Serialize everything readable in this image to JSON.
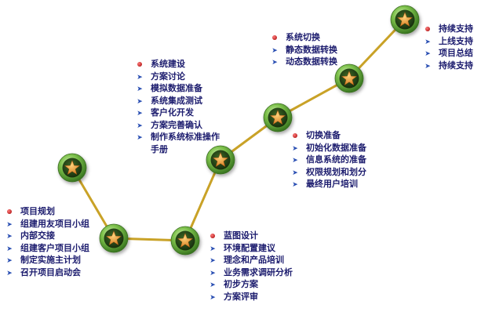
{
  "colors": {
    "path": "#c9a227",
    "node_ring": "#7cc04a",
    "node_dark": "#1e3a12",
    "star": "#e8962a",
    "text": "#1c1c6e",
    "bullet": "#b00000",
    "arrow": "#2a4fb3"
  },
  "icons": {
    "bullet": "red-dot-icon",
    "arrow": "blue-arrow-icon",
    "node": "star-node-icon"
  },
  "groups": [
    {
      "id": "start",
      "items": [
        {
          "marker": "dot",
          "text": "项目规划"
        },
        {
          "marker": "arrow",
          "text": "组建用友项目小组"
        },
        {
          "marker": "arrow",
          "text": "内部交接"
        },
        {
          "marker": "arrow",
          "text": "组建客户项目小组"
        },
        {
          "marker": "arrow",
          "text": "制定实施主计划"
        },
        {
          "marker": "arrow",
          "text": "召开项目启动会"
        }
      ]
    },
    {
      "id": "blueprint",
      "items": [
        {
          "marker": "dot",
          "text": "蓝图设计"
        },
        {
          "marker": "arrow",
          "text": "环境配置建议"
        },
        {
          "marker": "arrow",
          "text": "理念和产品培训"
        },
        {
          "marker": "arrow",
          "text": "业务需求调研分析"
        },
        {
          "marker": "arrow",
          "text": "初步方案"
        },
        {
          "marker": "arrow",
          "text": "方案评审"
        }
      ]
    },
    {
      "id": "build",
      "items": [
        {
          "marker": "dot",
          "text": "系统建设"
        },
        {
          "marker": "arrow",
          "text": "方案讨论"
        },
        {
          "marker": "arrow",
          "text": "模拟数据准备"
        },
        {
          "marker": "arrow",
          "text": "系统集成测试"
        },
        {
          "marker": "arrow",
          "text": "客户化开发"
        },
        {
          "marker": "arrow",
          "text": "方案完善确认"
        },
        {
          "marker": "arrow",
          "text": "制作系统标准操作"
        }
      ],
      "continuation": "手册"
    },
    {
      "id": "prepare",
      "items": [
        {
          "marker": "dot",
          "text": "切换准备"
        },
        {
          "marker": "arrow",
          "text": "初始化数据准备"
        },
        {
          "marker": "arrow",
          "text": "信息系统的准备"
        },
        {
          "marker": "arrow",
          "text": "权限规划和划分"
        },
        {
          "marker": "arrow",
          "text": "最终用户培训"
        }
      ]
    },
    {
      "id": "switch",
      "items": [
        {
          "marker": "dot",
          "text": "系统切换"
        },
        {
          "marker": "arrow",
          "text": "静态数据转换"
        },
        {
          "marker": "arrow",
          "text": "动态数据转换"
        }
      ]
    },
    {
      "id": "support",
      "items": [
        {
          "marker": "dot",
          "text": "持续支持"
        },
        {
          "marker": "arrow",
          "text": "上线支持"
        },
        {
          "marker": "arrow",
          "text": "项目总结"
        },
        {
          "marker": "arrow",
          "text": "持续支持"
        }
      ]
    }
  ]
}
